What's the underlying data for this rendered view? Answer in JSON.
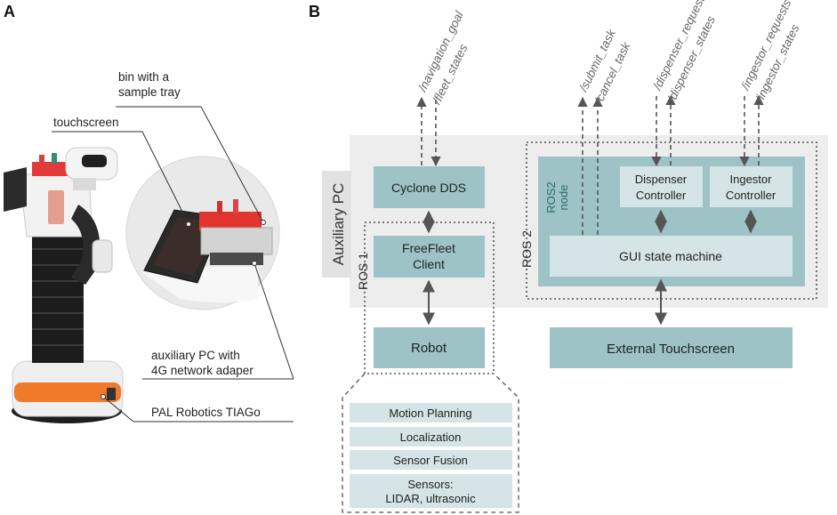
{
  "panels": {
    "a": "A",
    "b": "B"
  },
  "photo": {
    "callouts": {
      "bin_line1": "bin with a",
      "bin_line2": "sample tray",
      "touchscreen": "touchscreen",
      "aux_line1": "auxiliary PC with",
      "aux_line2": "4G network adaper",
      "tiago": "PAL Robotics TIAGo"
    }
  },
  "diagram": {
    "groups": {
      "auxiliary_pc": "Auxiliary PC",
      "ros1": "ROS 1",
      "ros2": "ROS 2",
      "ros2_node_line1": "ROS2",
      "ros2_node_line2": "node"
    },
    "boxes": {
      "cyclone": "Cyclone DDS",
      "freefleet_line1": "FreeFleet",
      "freefleet_line2": "Client",
      "robot": "Robot",
      "dispenser_line1": "Dispenser",
      "dispenser_line2": "Controller",
      "ingestor_line1": "Ingestor",
      "ingestor_line2": "Controller",
      "gui": "GUI state machine",
      "external": "External Touchscreen"
    },
    "robot_modules": [
      "Motion Planning",
      "Localization",
      "Sensor Fusion",
      "Sensors:",
      "LIDAR, ultrasonic"
    ],
    "topics": {
      "navigation_goal": "/navigation_goal",
      "fleet_states": "/fleet_states",
      "submit_task": "/submit_task",
      "cancel_task": "/cancel_task",
      "dispenser_requests": "/dispenser_requests",
      "dispenser_states": "/dispenser_states",
      "ingestor_requests": "/ingestor_requests",
      "ingestor_states": "/ingestor_states"
    },
    "colors": {
      "box": "#9dc3c6",
      "box_light": "#d5e4e6",
      "ros2_area": "#9dc3c6",
      "aux_bg": "#ededed",
      "arrow": "#555555",
      "robot_orange": "#f07a2a"
    }
  }
}
